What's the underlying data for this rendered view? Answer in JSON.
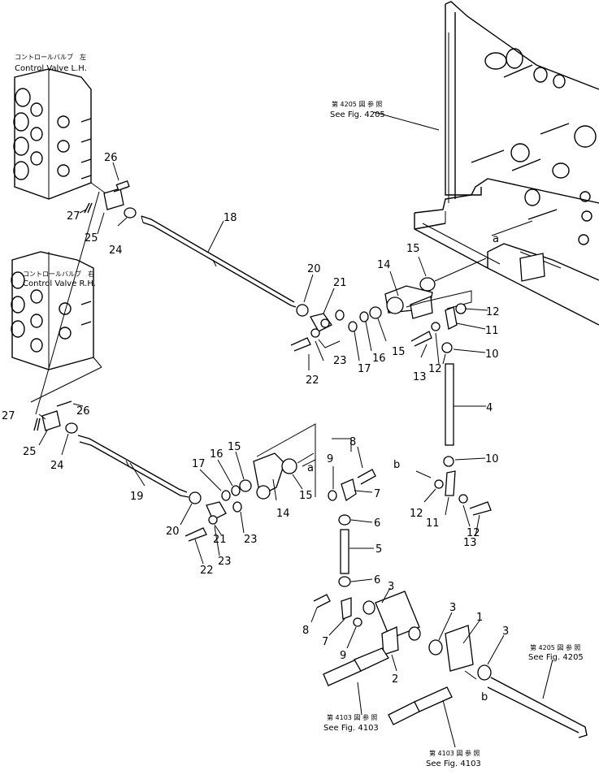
{
  "diagram": {
    "callouts": {
      "cv_lh_jp": "コントロールバルブ　左",
      "cv_lh_en": "Control  Valve  L.H.",
      "cv_rh_jp": "コントロールバルブ　右",
      "cv_rh_en": "Control  Valve  R.H.",
      "ref_4205_top_jp": "第 4205 図 参 照",
      "ref_4205_top_en": "See Fig. 4205",
      "ref_4205_bot_jp": "第 4205 図 参 照",
      "ref_4205_bot_en": "See Fig. 4205",
      "ref_4103_a_jp": "第 4103 図 参 照",
      "ref_4103_a_en": "See Fig. 4103",
      "ref_4103_b_jp": "第 4103 図 参 照",
      "ref_4103_b_en": "See Fig. 4103"
    },
    "letters": {
      "a1": "a",
      "a2": "a",
      "b1": "b",
      "b2": "b"
    },
    "part_numbers": {
      "p26a": "26",
      "p27a": "27",
      "p25a": "25",
      "p24a": "24",
      "p18": "18",
      "p20a": "20",
      "p21a": "21",
      "p14a": "14",
      "p15a": "15",
      "p15b": "15",
      "p12a": "12",
      "p11a": "11",
      "p23a": "23",
      "p22a": "22",
      "p17a": "17",
      "p16a": "16",
      "p13a": "13",
      "p12b": "12",
      "p10a": "10",
      "p4": "4",
      "p26b": "26",
      "p27b": "27",
      "p25b": "25",
      "p24b": "24",
      "p19": "19",
      "p17b": "17",
      "p16b": "16",
      "p15c": "15",
      "p15d": "15",
      "p14b": "14",
      "p9a": "9",
      "p8a": "8",
      "p7a": "7",
      "p10b": "10",
      "p12c": "12",
      "p11b": "11",
      "p12d": "12",
      "p13b": "13",
      "p20b": "20",
      "p21b": "21",
      "p23b": "23",
      "p23c": "23",
      "p22b": "22",
      "p6a": "6",
      "p5": "5",
      "p6b": "6",
      "p3a": "3",
      "p3b": "3",
      "p1": "1",
      "p3c": "3",
      "p8b": "8",
      "p7b": "7",
      "p9b": "9",
      "p2": "2"
    }
  }
}
